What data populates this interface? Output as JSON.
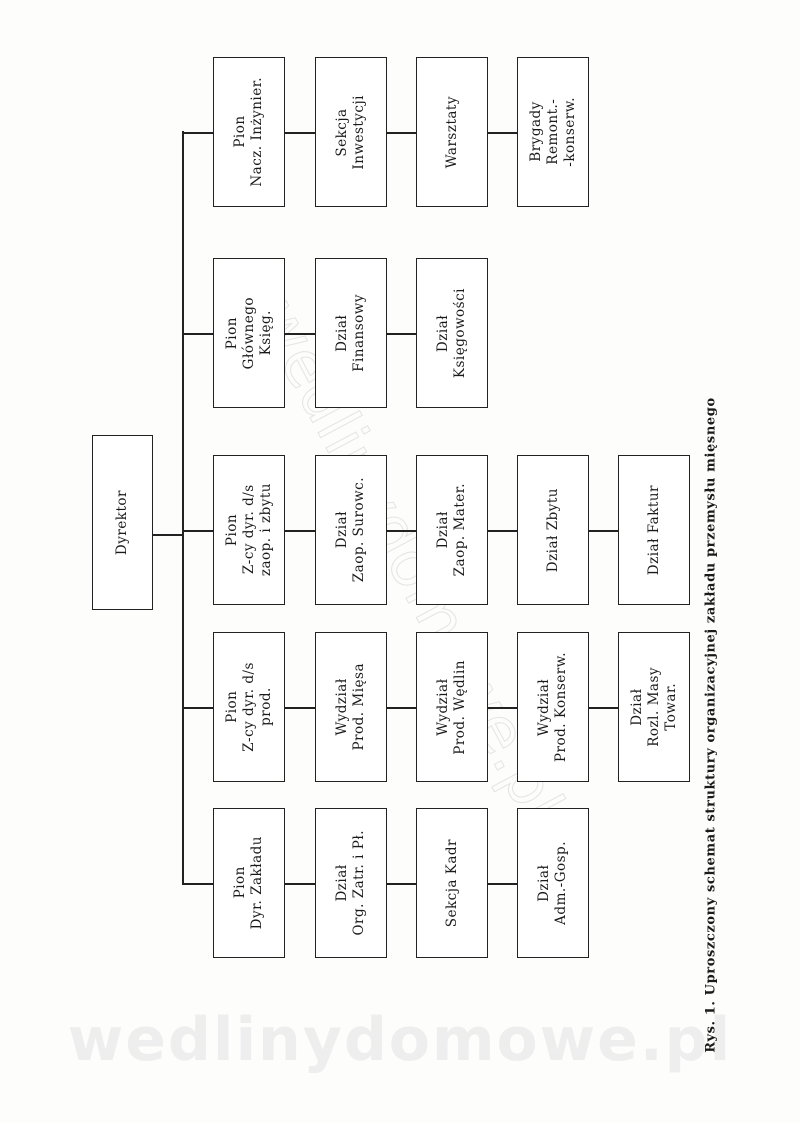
{
  "director": "Dyrektor",
  "rows": [
    {
      "boxes": [
        "Pion\nNacz.  Inżynier.",
        "Sekcja\nInwestycji",
        "Warsztaty",
        "Brygady\nRemont.-\n-konserw."
      ]
    },
    {
      "boxes": [
        "Pion\nGłównego\nKsięg.",
        "Dział\nFinansowy",
        "Dział\nKsięgowości"
      ]
    },
    {
      "boxes": [
        "Pion\nZ-cy  dyr.  d/s\nzaop.  i  zbytu",
        "Dział\nZaop.  Surowc.",
        "Dział\nZaop.  Mater.",
        "Dział  Zbytu",
        "Dział  Faktur"
      ]
    },
    {
      "boxes": [
        "Pion\nZ-cy  dyr.  d/s\nprod.",
        "Wydział\nProd.  Mięsa",
        "Wydział\nProd.  Wędlin",
        "Wydział\nProd.  Konserw.",
        "Dział\nRozl.  Masy\nTowar."
      ]
    },
    {
      "boxes": [
        "Pion\nDyr.  Zakładu",
        "Dział\nOrg.  Zatr.  i  Pł.",
        "Sekcja  Kadr",
        "Dział\nAdm.-Gosp."
      ]
    }
  ],
  "caption": "Rys. 1. Uproszczony schemat struktury organizacyjnej zakładu przemysłu mięsnego",
  "watermark": "wedlinydomowe.pl"
}
